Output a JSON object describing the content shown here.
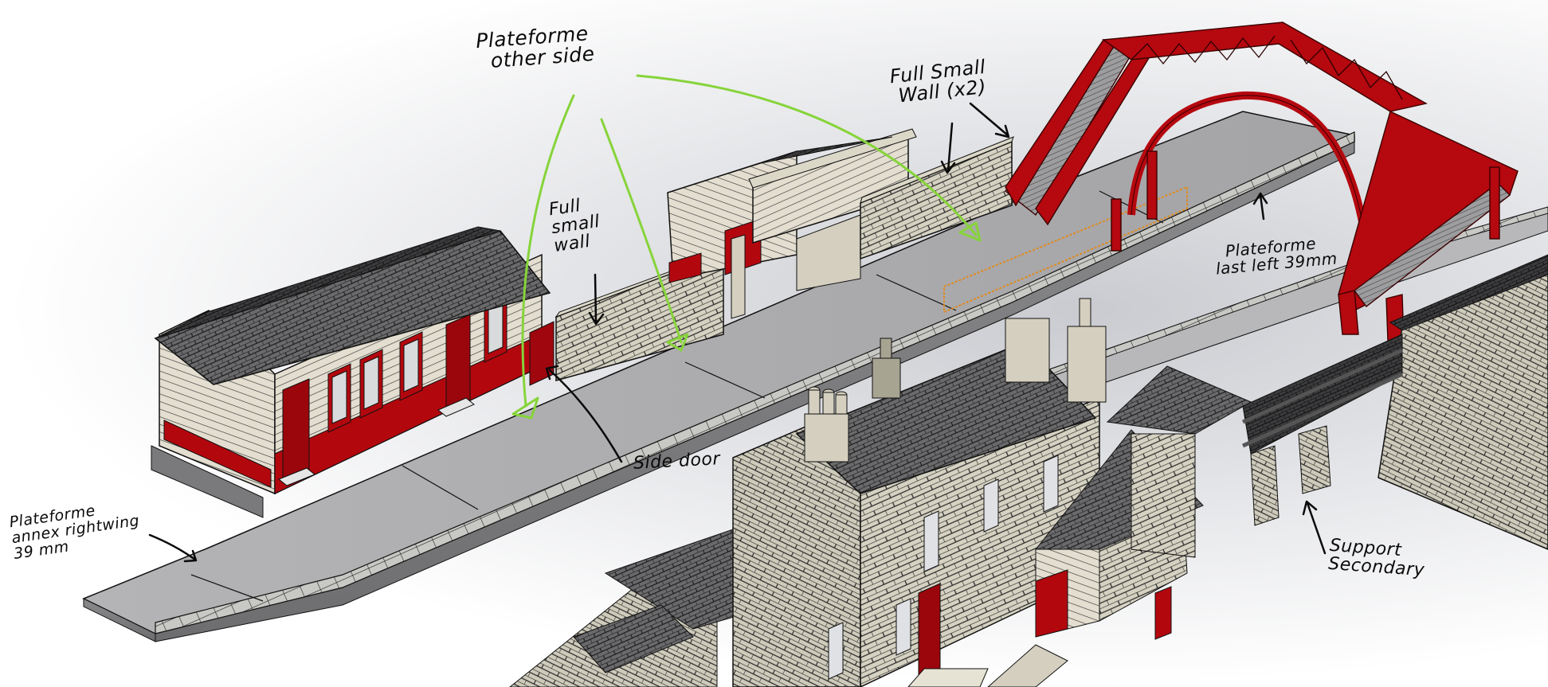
{
  "scene": {
    "subject": "model railway station CAD assembly",
    "colors": {
      "background_light": "#ffffff",
      "background_shade": "#c9cbd0",
      "platform": "#a9a9ab",
      "platform_dark": "#7c7c7e",
      "coping": "#c8c8c4",
      "stone": "#d6d2c2",
      "stone_shadow": "#a8a492",
      "weatherboard": "#e3ded0",
      "trim_red": "#b3070e",
      "roof_slate": "#3b3b3d",
      "roof_slate_light": "#6a6a6c",
      "footbridge_red": "#b5080f",
      "annotation_ink": "#0a0a0a",
      "annotation_arrow_green": "#86d43a",
      "selection_orange": "#e08a20"
    }
  },
  "annotations": [
    {
      "id": "plateforme-other-side",
      "text": "Plateforme\n  other side"
    },
    {
      "id": "full-small-wall-x2",
      "text": "Full Small\n Wall (x2)"
    },
    {
      "id": "full-small-wall",
      "text": "Full\nsmall\nwall"
    },
    {
      "id": "plateforme-last-left",
      "text": "  Plateforme\nlast left 39mm"
    },
    {
      "id": "plateforme-annex-right-wing",
      "text": "Plateforme\nannex rightwing\n39 mm"
    },
    {
      "id": "side-door",
      "text": "Side door"
    },
    {
      "id": "support-secondary",
      "text": "Support\nSecondary"
    }
  ]
}
